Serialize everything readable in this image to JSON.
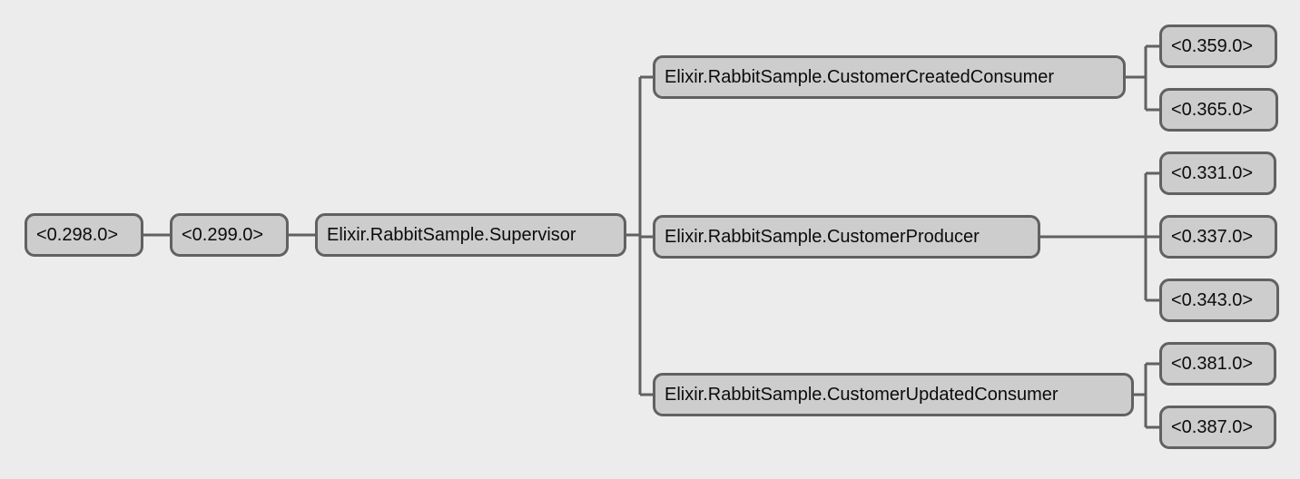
{
  "colors": {
    "background": "#ececec",
    "node_fill": "#cdcdcd",
    "node_border": "#616161",
    "edge": "#616161",
    "text": "#0b0b0b"
  },
  "tree": {
    "root": {
      "label": "<0.298.0>",
      "child": {
        "label": "<0.299.0>",
        "child": {
          "label": "Elixir.RabbitSample.Supervisor",
          "children": [
            {
              "label": "Elixir.RabbitSample.CustomerCreatedConsumer",
              "children": [
                {
                  "label": "<0.359.0>"
                },
                {
                  "label": "<0.365.0>"
                }
              ]
            },
            {
              "label": "Elixir.RabbitSample.CustomerProducer",
              "children": [
                {
                  "label": "<0.331.0>"
                },
                {
                  "label": "<0.337.0>"
                },
                {
                  "label": "<0.343.0>"
                }
              ]
            },
            {
              "label": "Elixir.RabbitSample.CustomerUpdatedConsumer",
              "children": [
                {
                  "label": "<0.381.0>"
                },
                {
                  "label": "<0.387.0>"
                }
              ]
            }
          ]
        }
      }
    }
  }
}
